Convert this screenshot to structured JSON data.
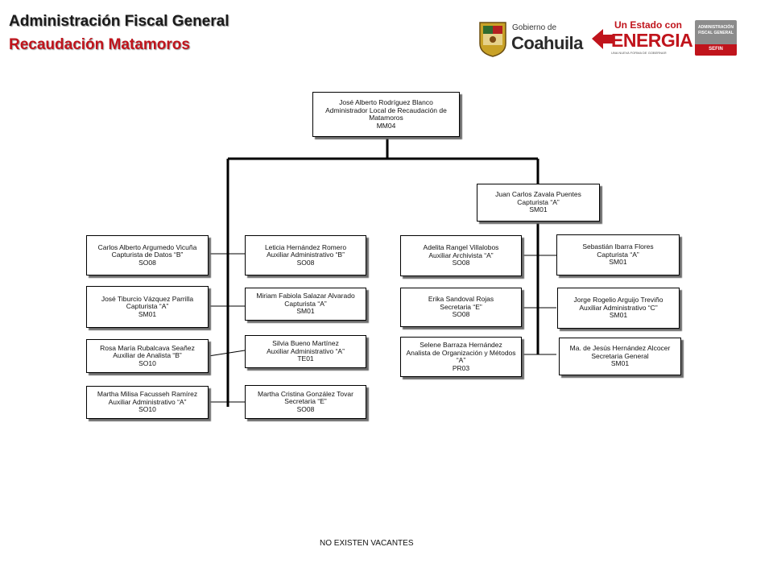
{
  "header": {
    "title": "Administración Fiscal General",
    "subtitle": "Recaudación Matamoros"
  },
  "logos": {
    "coahuila_top": "Gobierno de",
    "coahuila_main": "Coahuila",
    "estado_top": "Un Estado con",
    "estado_main": "ENERGIA",
    "estado_tag": "UNA NUEVA FORMA DE GOBERNAR",
    "afg_line1": "ADMINISTRACIÓN",
    "afg_line2": "FISCAL GENERAL",
    "afg_line3": "SEFIN"
  },
  "org": {
    "head": {
      "name": "José Alberto Rodríguez Blanco",
      "role": "Administrador Local de Recaudación de Matamoros",
      "code": "MM04"
    },
    "juan": {
      "name": "Juan Carlos Zavala Puentes",
      "role": "Capturista “A”",
      "code": "SM01"
    },
    "left_col": [
      {
        "name": "Carlos Alberto Argumedo Vicuña",
        "role": "Capturista de Datos “B”",
        "code": "SO08"
      },
      {
        "name": "José Tiburcio Vázquez Parrilla",
        "role": "Capturista “A”",
        "code": "SM01"
      },
      {
        "name": "Rosa María Rubalcava Seañez",
        "role": "Auxiliar de Analista “B”",
        "code": "SO10"
      },
      {
        "name": "Martha Milisa Facusseh Ramírez",
        "role": "Auxiliar Administrativo “A”",
        "code": "SO10"
      }
    ],
    "center_col": [
      {
        "name": "Leticia Hernández Romero",
        "role": "Auxiliar Administrativo “B”",
        "code": "SO08"
      },
      {
        "name": "Miriam Fabiola Salazar Alvarado",
        "role": "Capturista “A”",
        "code": "SM01"
      },
      {
        "name": "Silvia Bueno Martínez",
        "role": "Auxiliar Administrativo “A”",
        "code": "TE01"
      },
      {
        "name": "Martha Cristina González Tovar",
        "role": "Secretaria “E”",
        "code": "SO08"
      }
    ],
    "right_left_col": [
      {
        "name": "Adelita Rangel Villalobos",
        "role": "Auxiliar Archivista “A”",
        "code": "SO08"
      },
      {
        "name": "Erika Sandoval Rojas",
        "role": "Secretaria “E”",
        "code": "SO08"
      },
      {
        "name": "Selene Barraza Hernández",
        "role": "Analista de Organización y Métodos “A”",
        "code": "PR03"
      }
    ],
    "right_right_col": [
      {
        "name": "Sebastián Ibarra Flores",
        "role": "Capturista “A”",
        "code": "SM01"
      },
      {
        "name": "Jorge Rogelio Arguijo Treviño",
        "role": "Auxiliar Administrativo “C”",
        "code": "SM01"
      },
      {
        "name": "Ma. de Jesús Hernández Alcocer",
        "role": "Secretaria General",
        "code": "SM01"
      }
    ]
  },
  "footer": "NO EXISTEN VACANTES"
}
